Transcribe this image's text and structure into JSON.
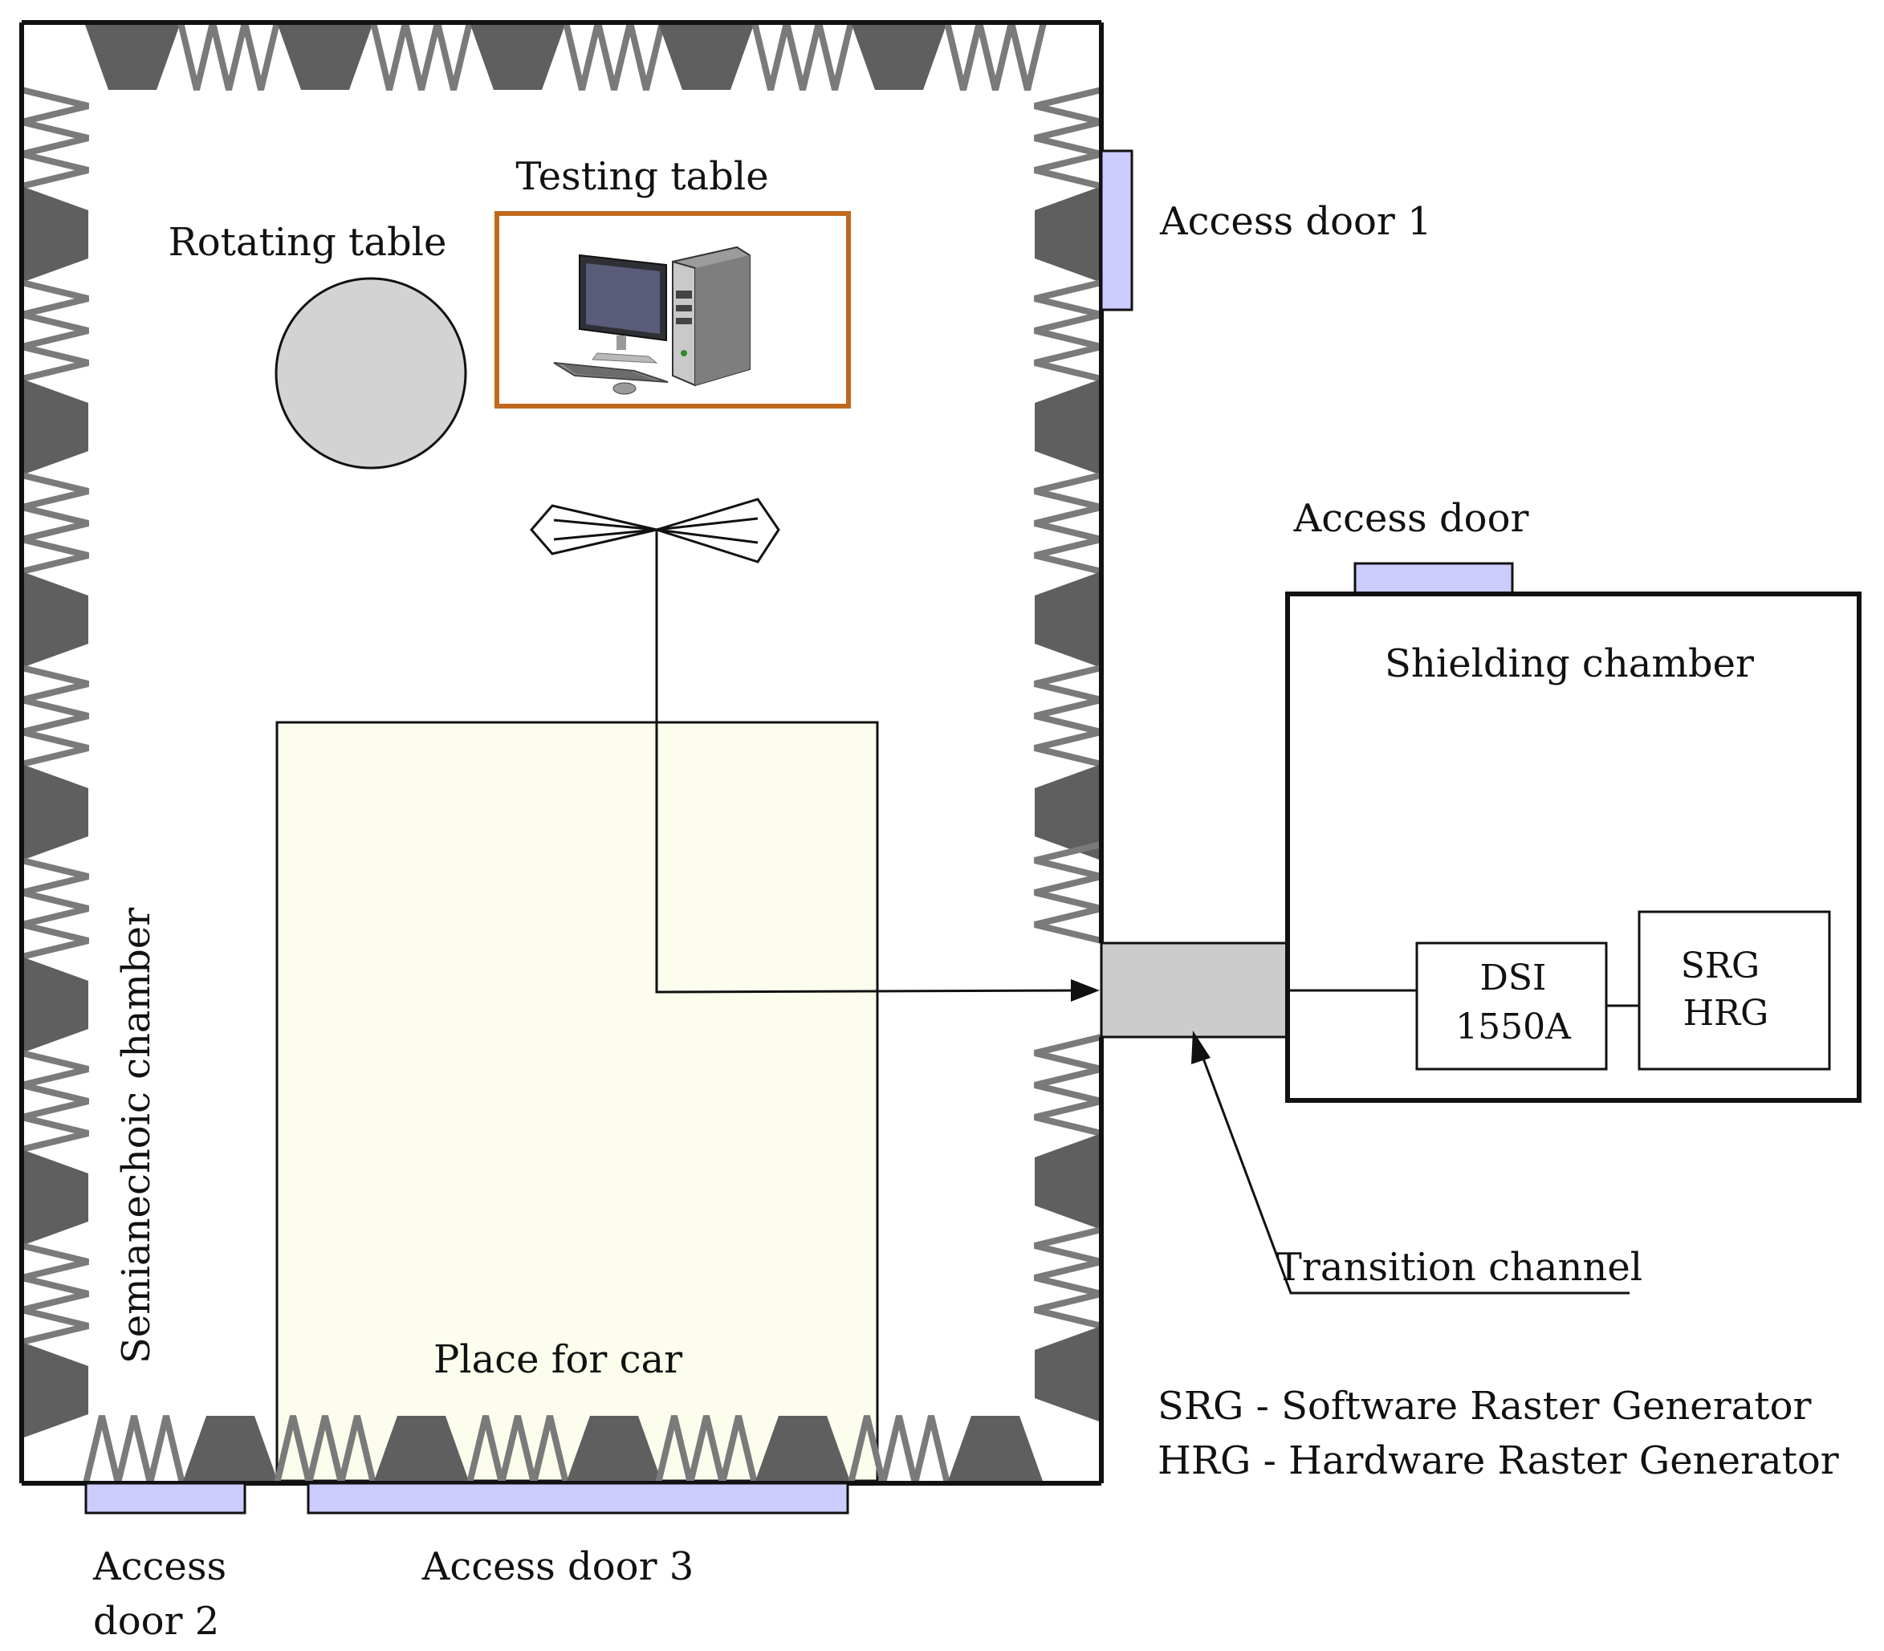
{
  "labels": {
    "testing_table": "Testing table",
    "rotating_table": "Rotating table",
    "access_door_1": "Access door 1",
    "access_door": "Access door",
    "shielding_chamber": "Shielding chamber",
    "semianechoic_chamber": "Semianechoic chamber",
    "place_for_car": "Place for car",
    "dsi_line1": "DSI",
    "dsi_line2": "1550A",
    "srg": "SRG",
    "hrg": "HRG",
    "transition_channel": "Transition channel",
    "legend_srg": "SRG - Software Raster Generator",
    "legend_hrg": "HRG - Hardware Raster Generator",
    "access_door_2_line1": "Access",
    "access_door_2_line2": "door 2",
    "access_door_3": "Access door 3"
  },
  "colors": {
    "absorber": "#5f5f5f",
    "zigzag": "#7a7a7a",
    "door": "#ccccff",
    "car_area": "#fcfdec",
    "rotating_table": "#d3d3d3",
    "testing_table_border": "#c0691e",
    "transition_channel": "#cccccc"
  }
}
